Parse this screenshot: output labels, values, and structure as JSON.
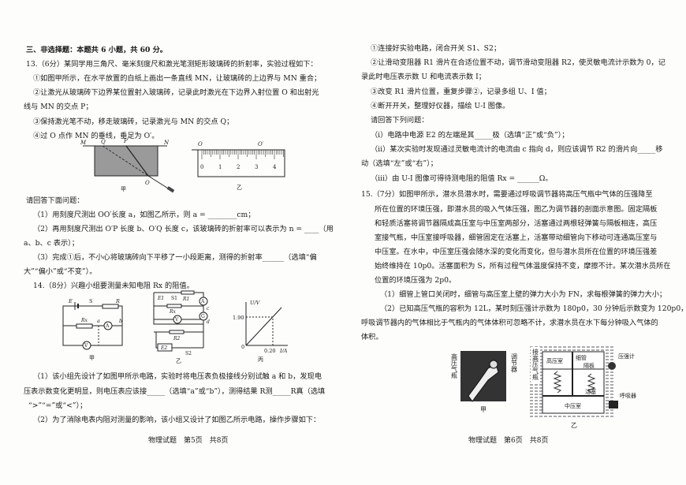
{
  "left": {
    "lines": [
      "三、非选择题：本题共 6 小题，共 60 分。",
      "13.（6分）某同学用三角尺、毫米刻度尺和激光笔测矩形玻璃砖的折射率，实验过程如下：",
      "①如图甲所示，在水平放置的白纸上画出一条直线 MN，让玻璃砖的上边界与 MN 重合；",
      "②让激光从玻璃砖下边界某位置射入玻璃砖，记录此时激光在下边界入射位置 O 和出射光",
      "线与 MN 的交点 P；",
      "③保持激光笔不动，移走玻璃砖，记录激光与 MN 的交点 Q；",
      "④过 O 点作 MN 的垂线，垂足为 O′。",
      "请回答下面问题：",
      "（1）用刻度尺测出 OO′长度 a，如图乙所示，则 a = ________cm；",
      "（2）再用刻度尺测出 O′P 长度 b、O′Q 长度 c，该玻璃砖的折射率可以表示为 n = ____（用",
      "a、b、c 表示）；",
      "（3）完成①后，不小心将玻璃砖向下平移了一小段距离，测得的折射率______（选填“偏",
      "大”“偏小”或“不变”）。",
      "14.（8分）兴趣小组要测量未知电阻 Rx 的阻值。",
      "（1）该小组先设计了如图甲所示电路，实验时将电压表负极接线分别试触 a 和 b，发现电",
      "压表示数变化更明显，则电压表应该接_____（选填“a”或“b”），测得结果 R测_____R真（选填",
      "“>”“=”或“<”）；",
      "（2）为了消除电表内阻对测量的影响，该小组又设计了如图乙所示电路，操作步骤如下："
    ],
    "fig13": {
      "jia": {
        "labels": [
          "M",
          "Q",
          "P",
          "N",
          "O"
        ],
        "caption": "甲"
      },
      "yi": {
        "labels": [
          "O",
          "O′"
        ],
        "ticks": [
          "0",
          "1",
          "2",
          "3",
          "4"
        ],
        "caption": "乙"
      }
    },
    "fig14": {
      "jia": {
        "labels": [
          "E",
          "S",
          "R",
          "Rx",
          "a",
          "b",
          "A",
          "V"
        ],
        "caption": "甲"
      },
      "yi": {
        "labels": [
          "E1",
          "S1",
          "R1",
          "A",
          "Rx",
          "c",
          "G",
          "V",
          "d",
          "R2",
          "E2",
          "S2"
        ],
        "caption": "乙"
      },
      "bing": {
        "ylabel": "U/V",
        "xlabel": "I/A",
        "y_tick": "1.90",
        "x_tick": "0.20",
        "origin": "0",
        "caption": "丙"
      }
    },
    "footer": "物理试题　第5页　共8页"
  },
  "right": {
    "lines": [
      "①连接好实验电路，闭合开关 S1、S2；",
      "②让滑动变阻器 R1 滑片在合适位置不动，调节滑动变阻器 R2，使灵敏电流计示数为 0，记",
      "录此时电压表示数 U 和电流表示数 I；",
      "③改变 R1 滑片位置，重复步骤②，记录多组 U、I 值；",
      "④断开开关，整理好仪器，描绘 U-I 图像。",
      "请回答下列问题：",
      "（i）电路中电源 E2 的左端是其_____极（选填“正”或“负”）；",
      "（ii）某次实验时发现通过灵敏电流计的电流由 c 指向 d，则应该调节 R2 的滑片向_____移",
      "动（选填“左”或“右”）；",
      "（iii）由 U-I 图像可得待测电阻的阻值 Rx = ______Ω。",
      "15.（7分）如图甲所示，潜水员潜水时，需要通过呼吸调节器将高压气瓶中气体的压强降至",
      "所在位置的环境压强，即潜水员的吸入气体压强，图乙为调节器的剖面示意图。固定隔板",
      "和轻质活塞将调节器隔成高压室与中压室两部分，活塞通过两根轻弹簧与隔板相连，高压",
      "室接气瓶，中压室接呼吸器，细管固定在活塞上，活塞带动细管向下移动可连通高压室与",
      "中压室。在水中，中压室压强会随水深的变化而变化，但与潜水员所在位置的环境压强差",
      "始终维持在 10p0。活塞面积为 S，所有过程气体温度保持不变，摩擦不计。某次潜水员所在",
      "位置的环境压强为 2p0。",
      "（1）细管上管口关闭时，细管与高压室上壁的弹力大小为 FN，求每根弹簧的弹力大小；",
      "（2）已知高压气瓶的容积为 12L，某时刻压强计示数为 180p0，30 分钟后示数变为 120p0，",
      "呼吸调节器内的气体相比于气瓶内的气体体积可忽略不计，求潜水员在水下每分钟吸入气体的",
      "体积。"
    ],
    "fig15": {
      "jia": {
        "labels": [
          "高压气瓶",
          "调节器"
        ],
        "caption": "甲"
      },
      "yi": {
        "labels": [
          "接高压气瓶",
          "高压室",
          "细管",
          "隔板",
          "压强计",
          "活塞",
          "呼吸器",
          "中压室"
        ],
        "caption": "乙"
      }
    },
    "footer": "物理试题　第6页　共8页"
  }
}
